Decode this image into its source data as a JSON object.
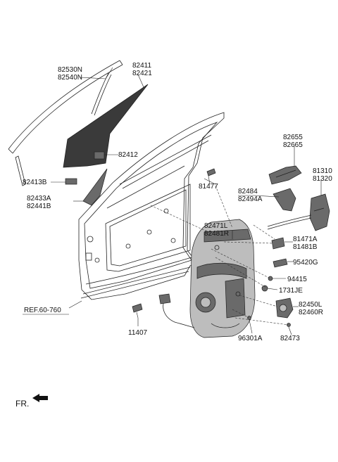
{
  "labels": {
    "weatherstrip": [
      "82530N",
      "82540N"
    ],
    "glass": [
      "82411",
      "82421"
    ],
    "glass_clip": "82412",
    "glass_retainer": "82413B",
    "delta_cover": [
      "82433A",
      "82441B"
    ],
    "reference": "REF.60-760",
    "bolt_bottom": "11407",
    "outside_handle": [
      "82655",
      "82665"
    ],
    "latch": [
      "81310",
      "81320"
    ],
    "bolt_top": "81477",
    "handle_bracket": [
      "82484",
      "82494A"
    ],
    "regulator": [
      "82471L",
      "82481R"
    ],
    "rod_clip": [
      "81471A",
      "81481B"
    ],
    "cable_holder": "95420G",
    "grommet": "94415",
    "plug": "1731JE",
    "motor": [
      "82450L",
      "82460R"
    ],
    "screw_small": "96301A",
    "screw_motor": "82473"
  },
  "front_indicator": "FR."
}
